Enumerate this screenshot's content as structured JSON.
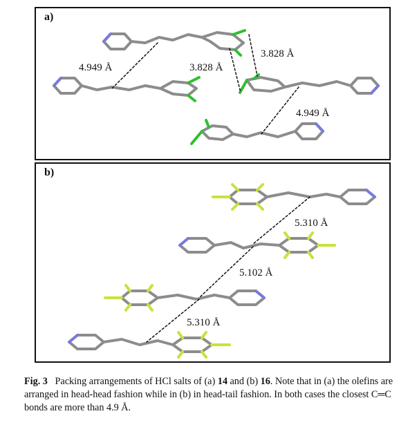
{
  "panels": [
    {
      "label": "a)",
      "distances": [
        "4.949 Å",
        "3.828 Å",
        "3.828 Å",
        "4.949 Å"
      ]
    },
    {
      "label": "b)",
      "distances": [
        "5.310 Å",
        "5.102 Å",
        "5.310 Å"
      ]
    }
  ],
  "caption": {
    "fig_label": "Fig. 3",
    "text_1": "Packing arrangements of HCl salts of (a) ",
    "compound_a": "14",
    "text_2": " and (b) ",
    "compound_b": "16",
    "text_3": ". Note that in (a) the olefins are arranged in head-head fashion while in (b) in head-tail fashion. In both cases the closest C═C bonds are more than 4.9 Å."
  },
  "colors": {
    "carbon": "#8c8c8c",
    "nitrogen": "#7a7adc",
    "chlorine": "#2fbf2f",
    "fluorine": "#c8e23c",
    "frame": "#111111"
  }
}
